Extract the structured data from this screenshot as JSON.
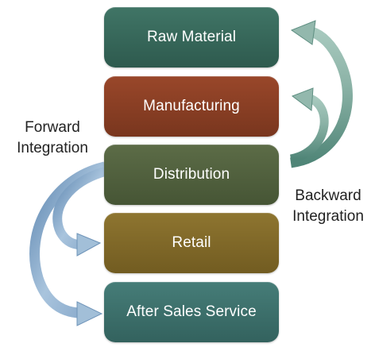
{
  "stages": [
    {
      "label": "Raw Material",
      "color": "#3a6b5e"
    },
    {
      "label": "Manufacturing",
      "color": "#8a3f24"
    },
    {
      "label": "Distribution",
      "color": "#52613f"
    },
    {
      "label": "Retail",
      "color": "#836b28"
    },
    {
      "label": "After Sales Service",
      "color": "#3e7470"
    }
  ],
  "forward_integration": {
    "line1": "Forward",
    "line2": "Integration",
    "arrow_color": "#8fb1cf"
  },
  "backward_integration": {
    "line1": "Backward",
    "line2": "Integration",
    "arrow_color": "#6e9a8e"
  }
}
